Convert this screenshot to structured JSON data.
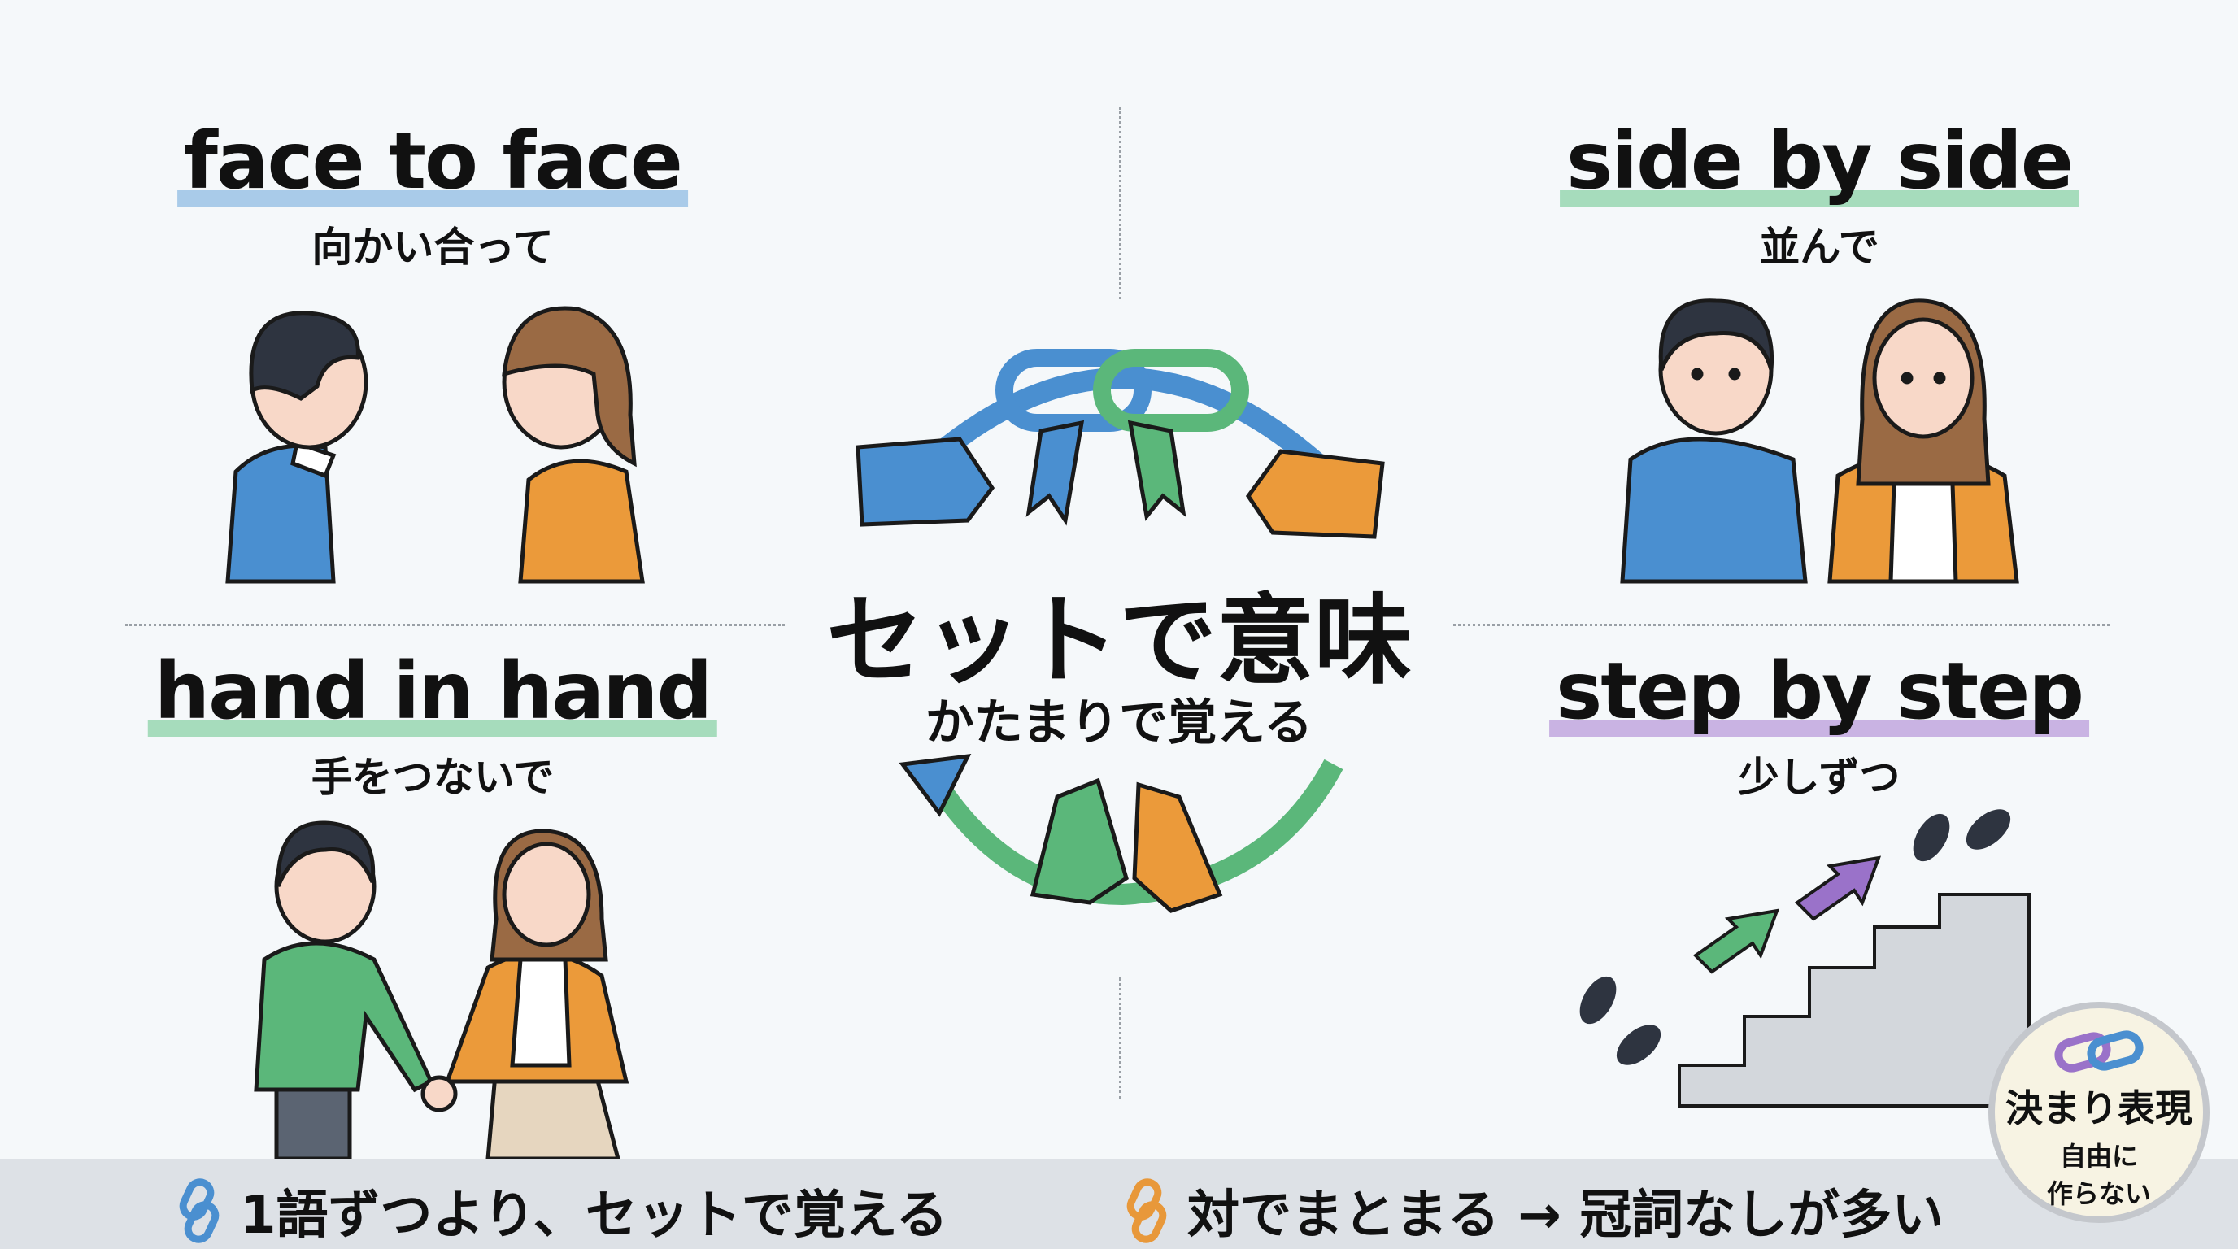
{
  "quadrants": [
    {
      "english": "face to face",
      "japanese": "向かい合って",
      "underline_color": "#a9cbe9"
    },
    {
      "english": "side by side",
      "japanese": "並んで",
      "underline_color": "#a6dcbc"
    },
    {
      "english": "hand in hand",
      "japanese": "手をつないで",
      "underline_color": "#a6dcbc"
    },
    {
      "english": "step by step",
      "japanese": "少しずつ",
      "underline_color": "#c9b3e3"
    }
  ],
  "center": {
    "title": "セットで意味",
    "subtitle": "かたまりで覚える"
  },
  "bottom_bar": {
    "items": [
      {
        "icon": "chain-link-icon",
        "color": "#4a8fd0",
        "text": "1語ずつより、セットで覚える"
      },
      {
        "icon": "chain-link-icon",
        "color": "#e8983a",
        "text": "対でまとまる → 冠詞なしが多い"
      }
    ]
  },
  "badge": {
    "title": "決まり表現",
    "line1": "自由に",
    "line2": "作らない"
  },
  "colors": {
    "blue": "#4a8fd0",
    "green": "#5bb77a",
    "orange": "#eb9a3a",
    "purple": "#9a72c9"
  }
}
